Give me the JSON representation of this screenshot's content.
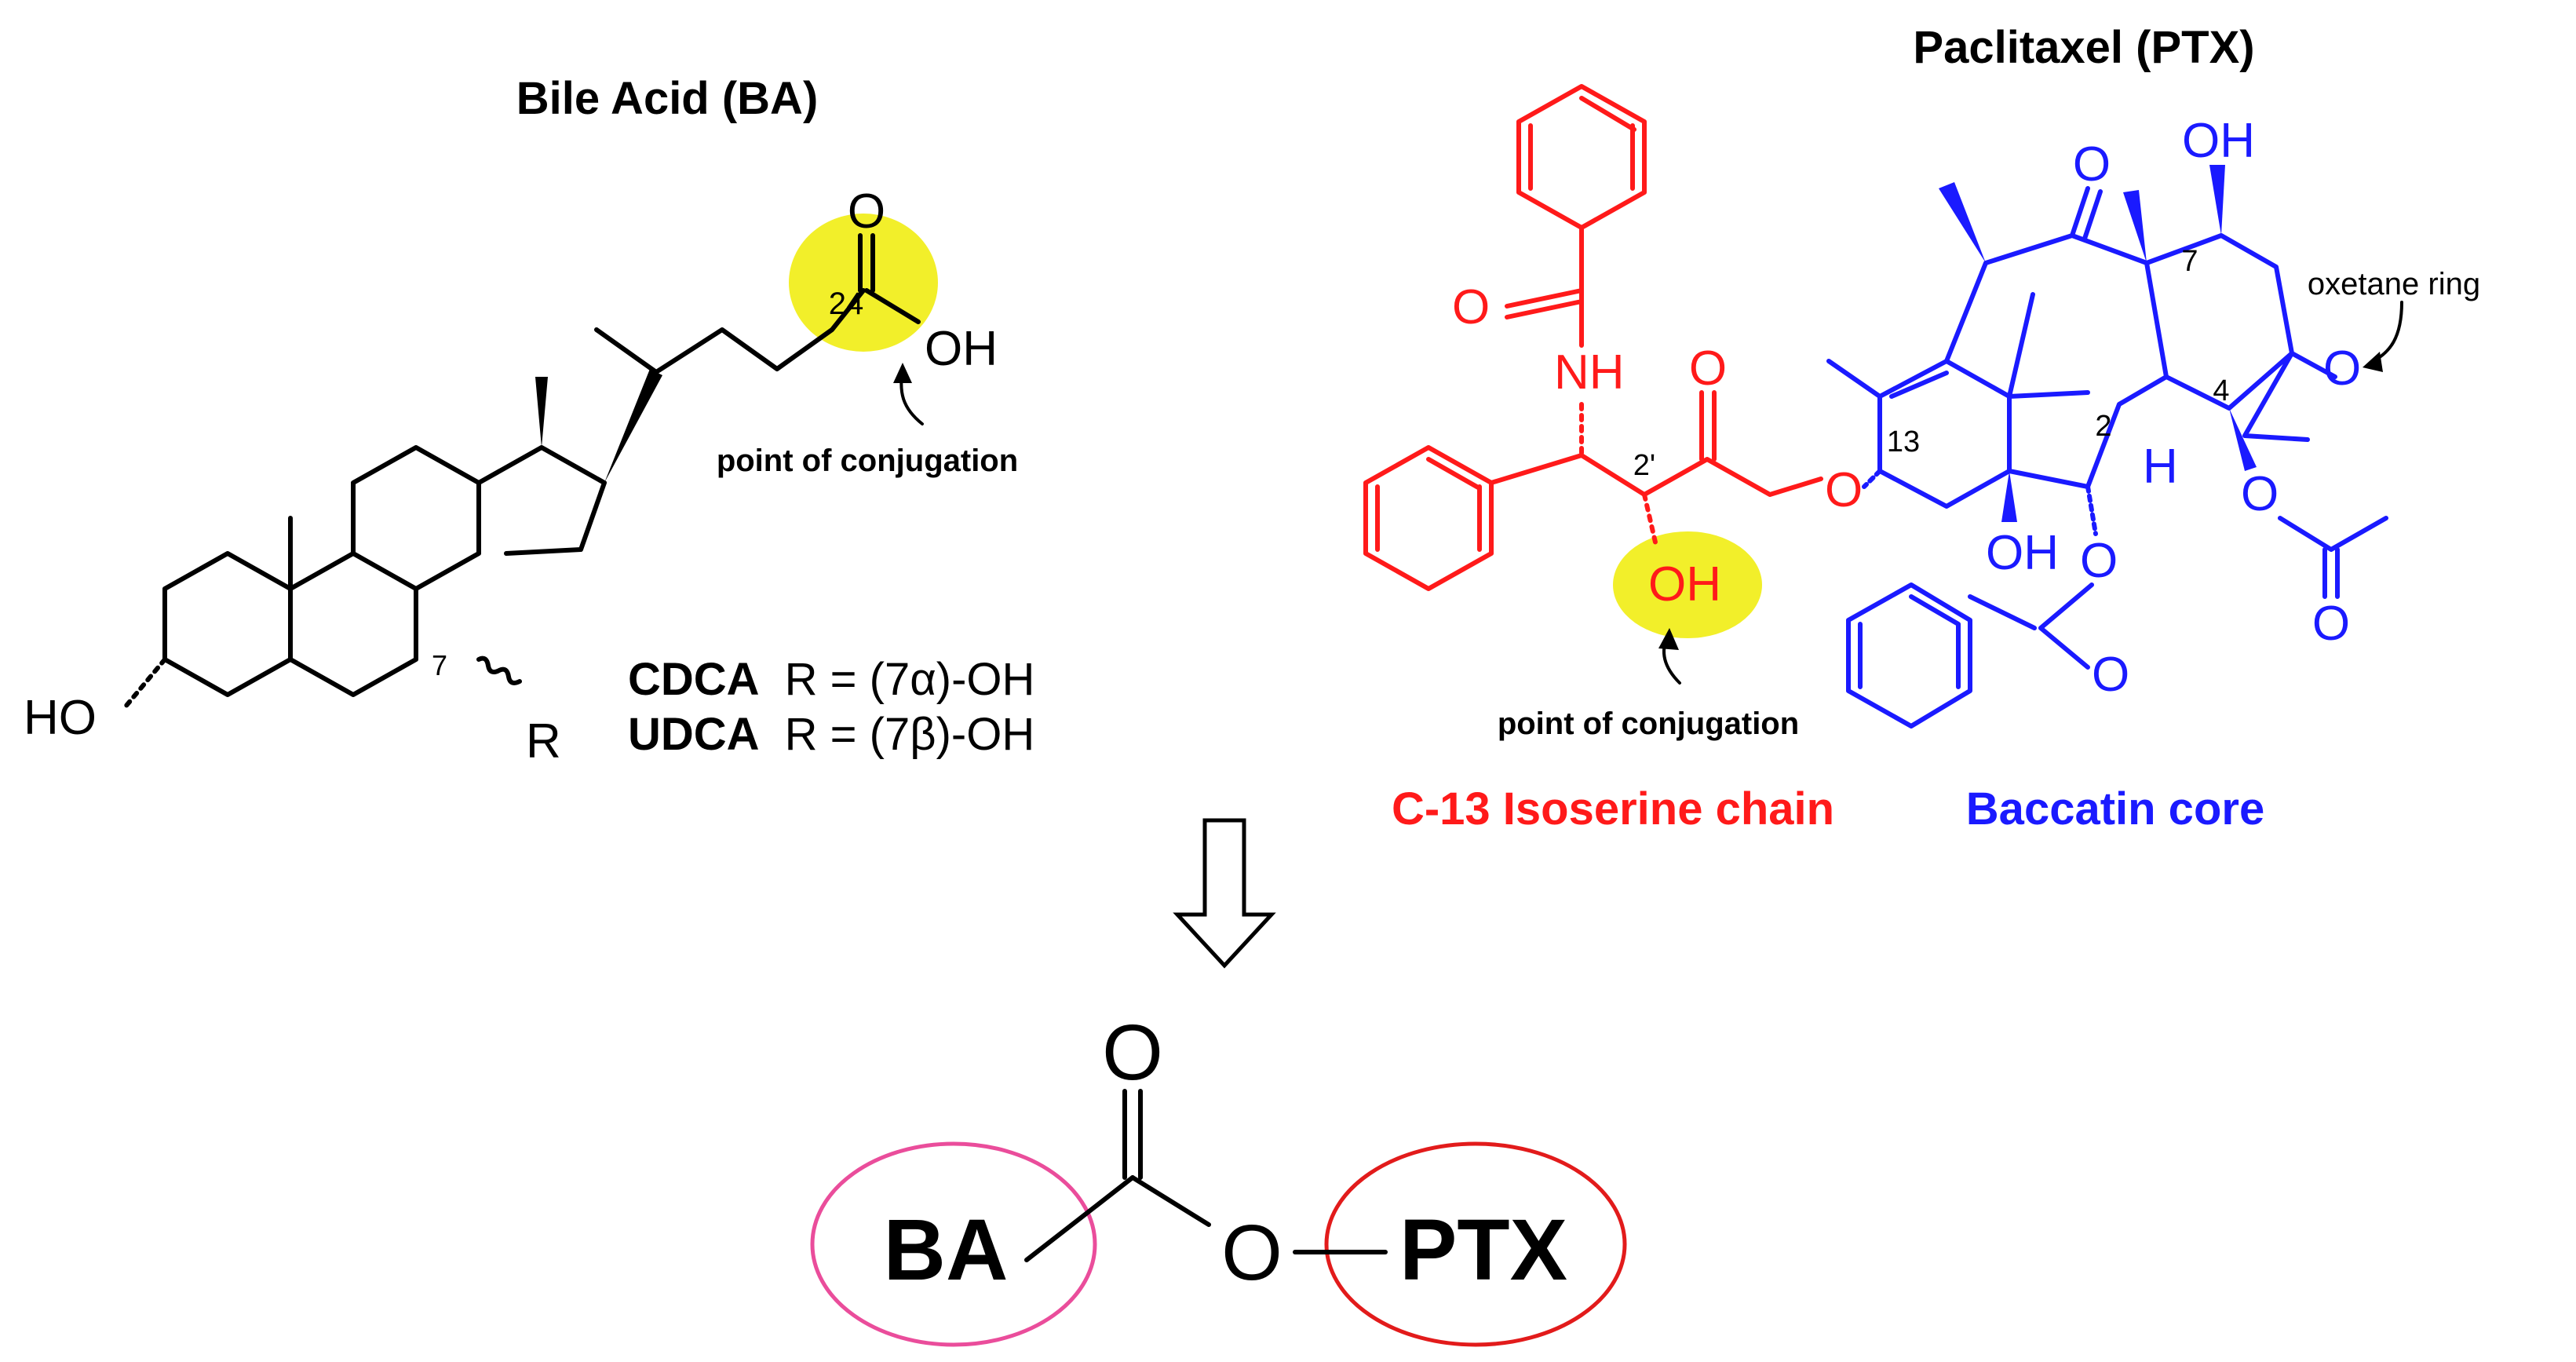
{
  "colors": {
    "isoserine": "#ff1a1a",
    "baccatin": "#1a1aff",
    "highlight": "#f2ef2a",
    "ba_ellipse": "#ea4d9b",
    "ptx_ellipse": "#e21b1b",
    "text": "#000000"
  },
  "bile_acid": {
    "title": "Bile Acid (BA)",
    "carbonyl_o": "O",
    "carbon_24": "24",
    "acid_oh": "OH",
    "conjugation_note": "point of conjugation",
    "position_7": "7",
    "hydroxyl_3": "HO",
    "r_group": "R",
    "variants": [
      {
        "name": "CDCA",
        "formula": "R = (7α)-OH"
      },
      {
        "name": "UDCA",
        "formula": "R = (7β)-OH"
      }
    ]
  },
  "paclitaxel": {
    "title": "Paclitaxel (PTX)",
    "amide_o": "O",
    "amide_nh": "NH",
    "ester_o_carbonyl": "O",
    "ester_o_link": "O",
    "position_2prime": "2'",
    "hydroxyl_2prime": "OH",
    "conjugation_note": "point of conjugation",
    "position_13": "13",
    "position_2": "2",
    "position_7": "7",
    "position_4": "4",
    "ketone_o": "O",
    "hydroxyl_7": "OH",
    "hydroxyl_1": "OH",
    "h_label": "H",
    "oxetane_o": "O",
    "oxetane_note": "oxetane ring",
    "acetate_o_link": "O",
    "acetate_o_carbonyl": "O",
    "benzoate_o_link": "O",
    "benzoate_o_carbonyl": "O",
    "isoserine_label": "C-13 Isoserine chain",
    "baccatin_label": "Baccatin core"
  },
  "conjugate": {
    "carbonyl_o": "O",
    "ester_o": "O",
    "ba_label": "BA",
    "ptx_label": "PTX"
  }
}
